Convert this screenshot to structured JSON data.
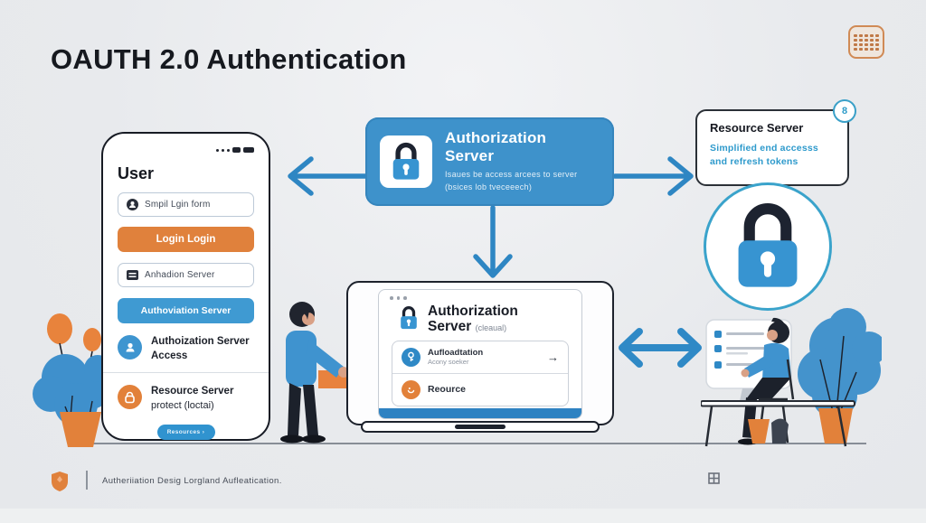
{
  "title": "OAUTH 2.0 Authentication",
  "phone": {
    "heading": "User",
    "login_form_field": "Smpil Lgin form",
    "login_button": "Login Login",
    "server_field": "Anhadion Server",
    "auth_button": "Authoviation Server",
    "access_row": {
      "title": "Authoization Server",
      "subtitle": "Access"
    },
    "resource_row": {
      "title": "Resource Server",
      "subtitle": "protect (loctai)"
    },
    "cta_button": "Resources ›"
  },
  "auth_server": {
    "title": "Authorization Server",
    "line1": "Isaues be access arcees to server",
    "line2": "(bsices lob tveceeech)"
  },
  "resource_server": {
    "title": "Resource Server",
    "line1": "Simplified end accesss",
    "line2": "and refresh tokens",
    "badge": "8"
  },
  "laptop": {
    "title_line1": "Authorization",
    "title_line2": "Server",
    "title_note": "(cleaual)",
    "auth_row": {
      "title": "Aufloadtation",
      "subtitle": "Acony soeker",
      "arrow": "→"
    },
    "resource_row": {
      "title": "Reource"
    }
  },
  "footer": {
    "caption": "Autheriiation Desig Lorgland Aufleatication."
  },
  "colors": {
    "primary_blue": "#3e93cd",
    "arrow_blue": "#2e86c3",
    "accent_orange": "#e2813a",
    "dark_navy": "#1d222e",
    "teal_border": "#3aa3cb"
  }
}
